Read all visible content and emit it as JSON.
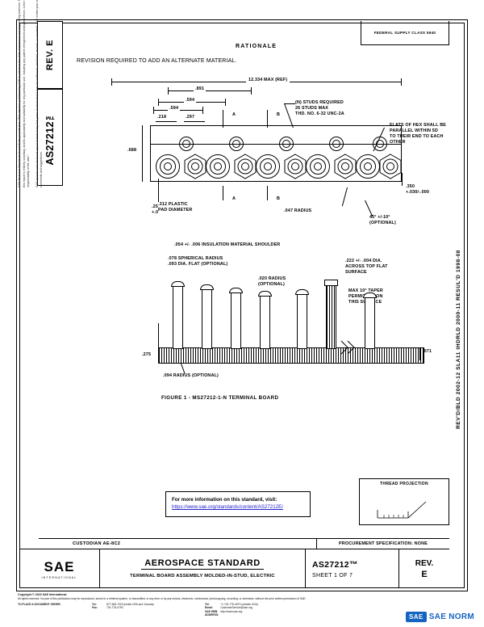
{
  "document": {
    "standard_number": "AS27212™",
    "revision_label": "REV.",
    "revision": "E",
    "fsc": "FEDERAL SUPPLY CLASS\n5940",
    "right_revision_strip": "REV'D/BLD 2002-12      SLA11 IHDRLD 2000-11      RESUL'D 1998-08"
  },
  "rationale": {
    "title": "RATIONALE",
    "body": "REVISION REQUIRED TO ADD AN ALTERNATE MATERIAL."
  },
  "top_view": {
    "dim_overall": "12.334 MAX (REF)",
    "dim_891": ".891",
    "dim_594_a": ".594",
    "dim_594_b": ".594",
    "dim_218": ".218",
    "dim_297": ".297",
    "dim_688": ".688",
    "dim_257": ".257\n+.005/-.006",
    "dim_350": ".350\n+.030/-.000",
    "note_studs": "(N) STUDS REQUIRED\n26 STUDS MAX\nTHD. NO. 6-32 UNC-2A",
    "note_flats": "FLATS OF HEX SHALL BE\nPARALLEL WITHIN 5D\nTO THEIR END TO EACH\nOTHER",
    "note_pad": ".312 PLASTIC\nPAD DIAMETER",
    "note_radius": ".047 RADIUS",
    "note_angle": "45° +/-10°\n(OPTIONAL)",
    "section_a": "A",
    "section_a2": "A",
    "section_b": "B",
    "section_b2": "B"
  },
  "section_view": {
    "note_shoulder": ".054 +/- .006 INSULATION MATERIAL SHOULDER",
    "note_spherical": ".078 SPHERICAL RADIUS\n.093 DIA. FLAT (OPTIONAL)",
    "note_020": ".020 RADIUS\n(OPTIONAL)",
    "note_222": ".222 +/- .004 DIA.\nACROSS TOP FLAT\nSURFACE",
    "note_taper": "MAX 10° TAPER\nPERMITTED ON\nTHIS SURFACE",
    "dim_275": ".275",
    "dim_071": ".071",
    "note_094": ".094 RADIUS (OPTIONAL)"
  },
  "figure_caption": "FIGURE 1 - MS27212-1-N TERMINAL BOARD",
  "info_box": {
    "line1": "For more information on this standard, visit:",
    "link": "https://www.sae.org/standards/content/AS27212E/"
  },
  "thread_projection": {
    "caption": "THREAD PROJECTION"
  },
  "custodian": {
    "label": "CUSTODIAN  AE-8C2",
    "procurement": "PROCUREMENT SPECIFICATION: NONE"
  },
  "title_block": {
    "logo_word": "SAE",
    "logo_sub": "INTERNATIONAL",
    "title": "AEROSPACE STANDARD",
    "subtitle": "TERMINAL BOARD ASSEMBLY\nMOLDED-IN-STUD, ELECTRIC",
    "number": "AS27212™",
    "sheet": "SHEET 1 OF 7",
    "rev_label": "REV.",
    "rev_value": "E"
  },
  "legal_text": {
    "p1": "SAE Technical Standards Board Rules provide that: \"This report is published by SAE to advance the state of technical and engineering sciences. The use of this report is entirely voluntary, and its applicability and suitability for any particular use, including any patent infringement arising therefrom, is the sole responsibility of the user.\"",
    "p2": "SAE reviews each technical report at least every five years at which time it may be reaffirmed, stabilized, revised, or cancelled. SAE invites your written comments and suggestions."
  },
  "footer": {
    "copyright": "Copyright © 2023 SAE International",
    "rights": "All rights reserved. No part of this publication may be reproduced, stored in a retrieval system, or transmitted, in any form or by any means, electronic, mechanical, photocopying, recording, or otherwise, without the prior written permission of SAE.",
    "order_label": "TO PLACE A DOCUMENT ORDER:",
    "tel1_label": "Tel:",
    "tel1": "877-606-7323 (inside USA and Canada)",
    "tel2_label": "Tel:",
    "tel2": "+1 724-776-4970 (outside USA)",
    "fax_label": "Fax:",
    "fax": "724-776-0790",
    "email_label": "Email:",
    "email": "CustomerService@sae.org",
    "web_label": "SAE WEB ADDRESS:",
    "web": "http://www.sae.org"
  },
  "watermark": {
    "badge": "SAE",
    "text": "SAE NORM"
  }
}
